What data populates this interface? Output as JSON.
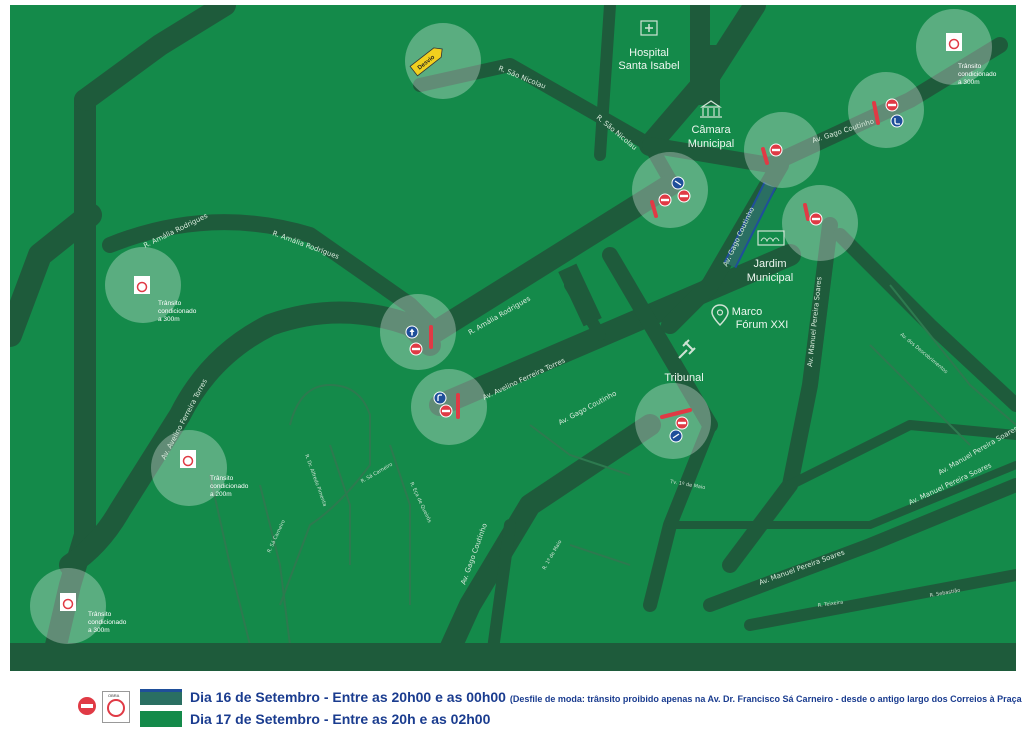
{
  "streets": {
    "sao_nicolau_1": "R. São Nicolau",
    "sao_nicolau_2": "R. São Nicolau",
    "amalia_1": "R. Amália Rodrigues",
    "amalia_2": "R. Amália Rodrigues",
    "amalia_3": "R. Amália Rodrigues",
    "aveiro_ferreira_torres_1": "Av. Avelino Ferreira Torres",
    "aveiro_ferreira_torres_2": "Av. Avelino Ferreira Torres",
    "gago_coutinho_1": "Av. Gago Coutinho",
    "gago_coutinho_2": "Av. Gago Coutinho",
    "gago_coutinho_3": "Av. Gago Coutinho",
    "gago_coutinho_4": "Av. Gago Coutinho",
    "manuel_pereira_soares_1": "Av. Manuel Pereira Soares",
    "manuel_pereira_soares_2": "Av. Manuel Pereira Soares",
    "manuel_pereira_soares_3": "Av. Manuel Pereira Soares",
    "manuel_pereira_soares_4": "Av. Manuel Pereira Soares",
    "s_dunes": "R. Sá Carneiro",
    "tv_c_maio": "Tv. 1º de Maio",
    "minor_1": "R. 1º de Maio",
    "minor_2": "Av. dos Descobrimentos",
    "minor_3": "R. Sá Carneiro",
    "minor_4": "R. Dr. Alfredo Pimenta",
    "minor_5": "R. Eça de Queirós",
    "minor_6": "R. Teixeira",
    "minor_7": "R. Sebastião"
  },
  "pois": {
    "hospital_1": "Hospital",
    "hospital_2": "Santa Isabel",
    "camara_1": "Câmara",
    "camara_2": "Municipal",
    "jardim_1": "Jardim",
    "jardim_2": "Municipal",
    "marco_1": "Marco",
    "marco_2": "Fórum XXI",
    "tribunal": "Tribunal"
  },
  "desvio_sign": "Desvio",
  "conditioned_notes": {
    "top_right": [
      "Trânsito",
      "condicionado",
      "a 300m"
    ],
    "left_1": [
      "Trânsito",
      "condicionado",
      "a 300m"
    ],
    "left_2": [
      "Trânsito",
      "condicionado",
      "a 200m"
    ],
    "bottom_left": [
      "Trânsito",
      "condicionado",
      "a 300m"
    ]
  },
  "legend": {
    "day16": "Dia 16 de Setembro - Entre as 20h00 e as 00h00",
    "day16_note": "(Desfile de moda: trânsito proibido apenas na Av. Dr. Francisco Sá Carneiro - desde o antigo largo dos Correios à Praça MFA",
    "day17": "Dia 17 de Setembro - Entre as 20h e as 02h00",
    "restriction_cap": "OBRA"
  },
  "colors": {
    "map_background": "#148a4a",
    "road": "#1d5a3a",
    "day16_route": "#2a6f62",
    "no_entry": "#e03a45",
    "info_sign": "#1f4f9a"
  }
}
